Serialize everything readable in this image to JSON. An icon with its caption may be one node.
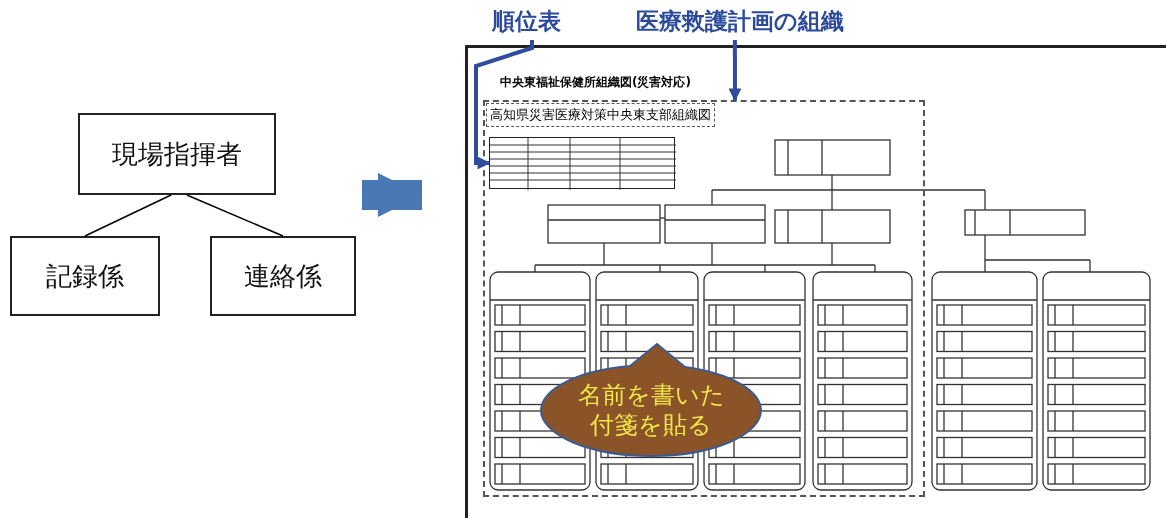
{
  "diagram": {
    "nodes": [
      {
        "text": [
          "現場指揮者"
        ]
      },
      {
        "text": [
          "記録係"
        ]
      },
      {
        "text": [
          "連絡係"
        ]
      },
      {
        "text": [
          "中央東福祉保健所組織図(災害対応)"
        ]
      },
      {
        "text": [
          "高知県災害医療対策中央東支部組織図"
        ],
        "in": 3
      },
      {
        "text": [],
        "shape": "box",
        "in": 4
      },
      {
        "text": [
          "順位表"
        ]
      },
      {
        "text": [
          "医療救護計画の組織"
        ]
      },
      {
        "text": [
          "名前を書いた付箋を貼る"
        ],
        "in": 4
      }
    ],
    "edges": [
      {
        "from": 0,
        "to": 1,
        "arrow": "none",
        "color": "#000000"
      },
      {
        "from": 0,
        "to": 2,
        "arrow": "none",
        "color": "#000000"
      },
      {
        "from": null,
        "to": 3,
        "arrow": "to",
        "style": "thick",
        "color": "#4a78b5"
      },
      {
        "from": 6,
        "to": 5,
        "arrow": "to",
        "color": "#2f4c9e"
      },
      {
        "from": 7,
        "to": 4,
        "arrow": "to",
        "color": "#2f4c9e"
      }
    ]
  }
}
